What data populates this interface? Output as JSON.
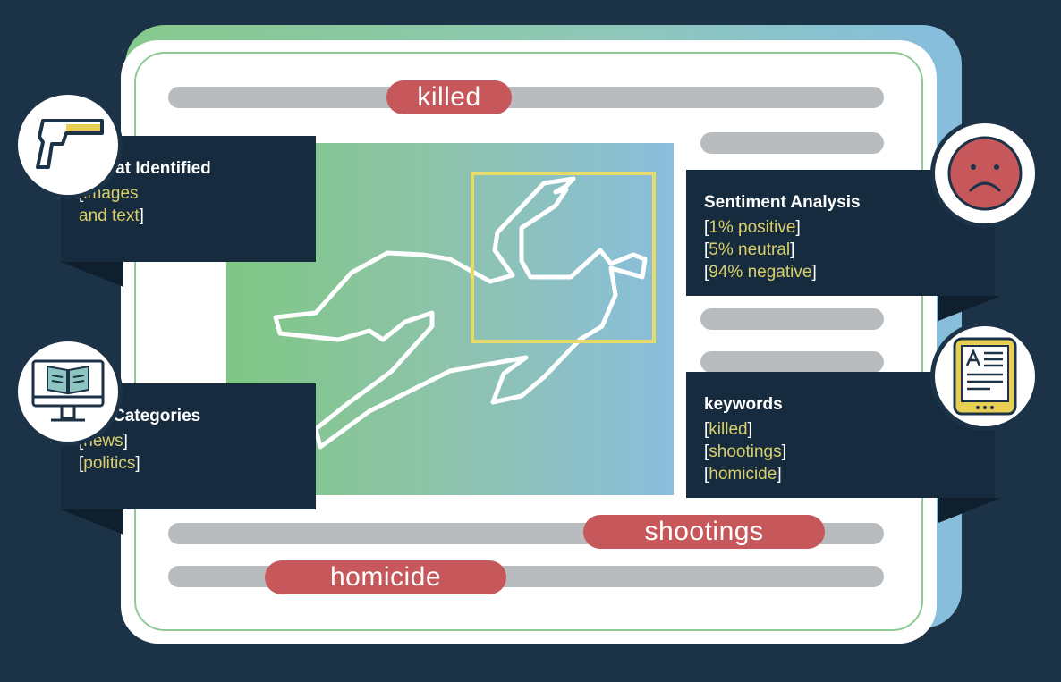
{
  "keywords_on_page": {
    "top": "killed",
    "middle": "shootings",
    "bottom": "homicide"
  },
  "panels": {
    "threat": {
      "title": "Threat Identified",
      "items": [
        "images",
        "and text"
      ]
    },
    "iab": {
      "title": "IAB Categories",
      "items": [
        "news",
        "politics"
      ]
    },
    "sentiment": {
      "title": "Sentiment Analysis",
      "items": [
        "1% positive",
        "5% neutral",
        "94% negative"
      ]
    },
    "keywords": {
      "title": "keywords",
      "items": [
        "killed",
        "shootings",
        "homicide"
      ]
    }
  },
  "icons": {
    "threat": "gun-icon",
    "iab": "book-monitor-icon",
    "sentiment": "sad-face-icon",
    "keywords": "document-tablet-icon"
  },
  "colors": {
    "background": "#1b3247",
    "panel": "#172b3e",
    "pill": "#c6575a",
    "accent_text": "#d9cf6a",
    "highlight_box": "#e8db6a",
    "sad_face": "#c6575a"
  }
}
